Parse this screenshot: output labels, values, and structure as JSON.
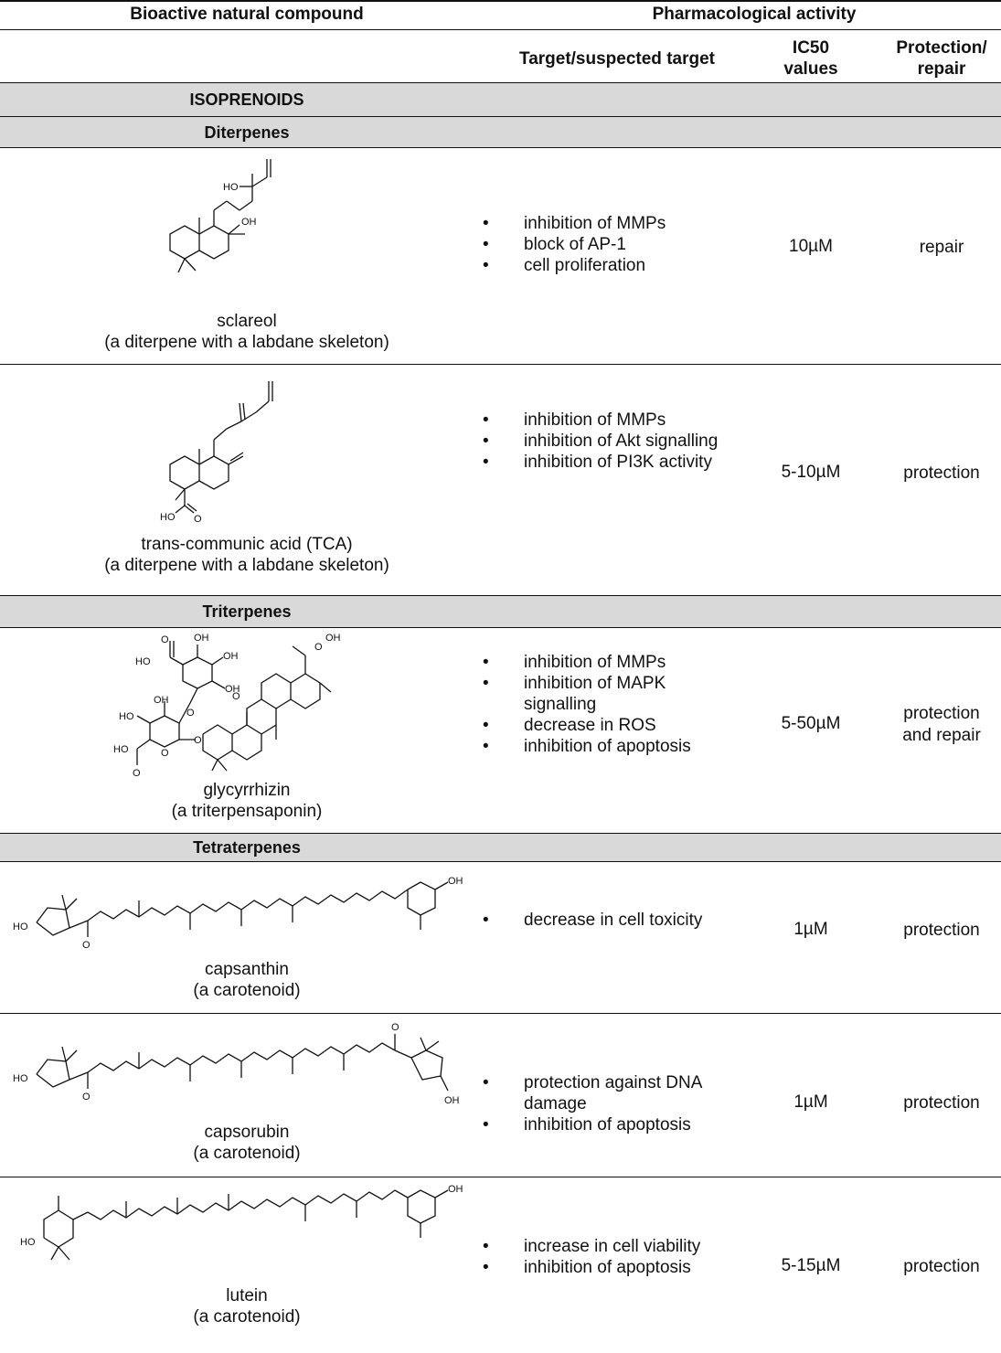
{
  "header": {
    "compound": "Bioactive natural compound",
    "pharm": "Pharmacological activity",
    "target": "Target/suspected target",
    "ic50_line1": "IC50",
    "ic50_line2": "values",
    "prot_line1": "Protection/",
    "prot_line2": "repair"
  },
  "sections": {
    "isoprenoids": "ISOPRENOIDS",
    "diterpenes": "Diterpenes",
    "triterpenes": "Triterpenes",
    "tetraterpenes": "Tetraterpenes"
  },
  "rows": [
    {
      "name": "sclareol",
      "desc": "(a diterpene with a labdane skeleton)",
      "targets": [
        "inhibition of MMPs",
        "block of AP-1",
        "cell proliferation"
      ],
      "ic50": "10µM",
      "prot1": "repair",
      "prot2": "",
      "atoms": [
        "HO",
        "OH"
      ]
    },
    {
      "name": "trans-communic acid (TCA)",
      "desc": "(a diterpene with a labdane skeleton)",
      "targets": [
        "inhibition of MMPs",
        "inhibition of Akt signalling",
        "inhibition of PI3K activity"
      ],
      "ic50": "5-10µM",
      "prot1": "protection",
      "prot2": "",
      "atoms": [
        "HO",
        "O"
      ]
    },
    {
      "name": "glycyrrhizin",
      "desc": "(a triterpensaponin)",
      "targets": [
        "inhibition of MMPs",
        "inhibition of MAPK signalling",
        "decrease in ROS",
        "inhibition of apoptosis"
      ],
      "ic50": "5-50µM",
      "prot1": "protection",
      "prot2": "and repair",
      "atoms": [
        "O",
        "OH",
        "HO",
        "OH",
        "OH",
        "OH",
        "HO",
        "O",
        "O",
        "HO",
        "O",
        "O",
        "O",
        "O",
        "OH"
      ]
    },
    {
      "name": "capsanthin",
      "desc": "(a carotenoid)",
      "targets": [
        "decrease in cell toxicity"
      ],
      "ic50": "1µM",
      "prot1": "protection",
      "prot2": "",
      "atoms": [
        "HO",
        "O",
        "OH"
      ]
    },
    {
      "name": "capsorubin",
      "desc": "(a carotenoid)",
      "targets": [
        "protection against DNA damage",
        "inhibition of apoptosis"
      ],
      "ic50": "1µM",
      "prot1": "protection",
      "prot2": "",
      "atoms": [
        "HO",
        "O",
        "O",
        "OH"
      ]
    },
    {
      "name": "lutein",
      "desc": "(a carotenoid)",
      "targets": [
        "increase in cell viability",
        "inhibition of apoptosis"
      ],
      "ic50": "5-15µM",
      "prot1": "protection",
      "prot2": "",
      "atoms": [
        "HO",
        "OH"
      ]
    }
  ]
}
